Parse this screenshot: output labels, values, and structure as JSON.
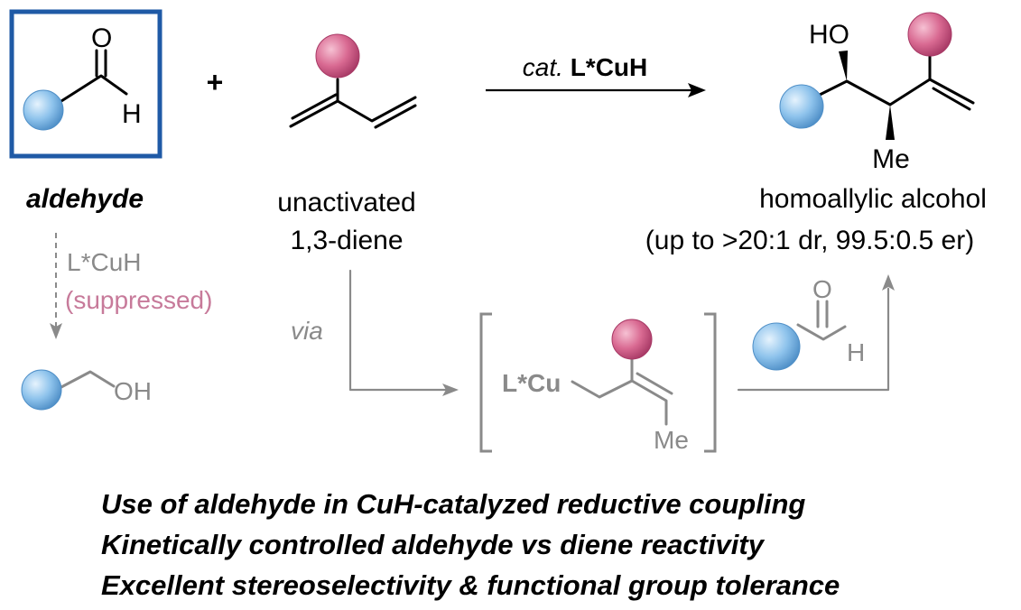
{
  "colors": {
    "box": "#1f5aa6",
    "blue_ball": "#8ec3ec",
    "pink_ball": "#d96a92",
    "gray": "#8a8a8a",
    "suppressed": "#c77a9a"
  },
  "reagents": {
    "aldehyde": {
      "O": "O",
      "H": "H",
      "label": "aldehyde"
    },
    "plus": "+",
    "diene": {
      "label_line1": "unactivated",
      "label_line2": "1,3-diene"
    }
  },
  "arrow": {
    "cat": "cat.",
    "catalyst": "L*CuH"
  },
  "product": {
    "OH": "HO",
    "Me": "Me",
    "label": "homoallylic alcohol",
    "selectivity": "(up to >20:1 dr, 99.5:0.5 er)"
  },
  "side": {
    "reagent": "L*CuH",
    "status": "(suppressed)",
    "OH": "OH"
  },
  "intermediate": {
    "via": "via",
    "metal": "L*Cu",
    "Me": "Me"
  },
  "aldehyde2": {
    "O": "O",
    "H": "H"
  },
  "summary": [
    "Use of aldehyde in CuH-catalyzed reductive coupling",
    "Kinetically controlled aldehyde vs diene reactivity",
    "Excellent stereoselectivity & functional group tolerance"
  ]
}
